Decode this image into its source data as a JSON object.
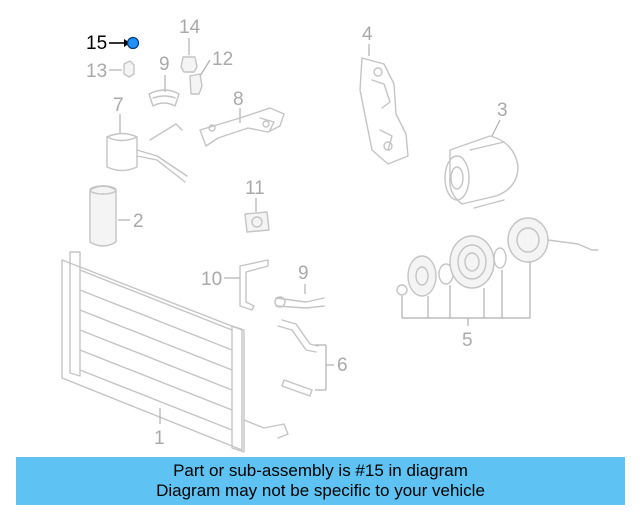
{
  "diagram": {
    "callouts": {
      "c1": "1",
      "c2": "2",
      "c3": "3",
      "c4": "4",
      "c5": "5",
      "c6": "6",
      "c7": "7",
      "c8": "8",
      "c9a": "9",
      "c9b": "9",
      "c10": "10",
      "c11": "11",
      "c12": "12",
      "c13": "13",
      "c14": "14",
      "c15": "15"
    },
    "highlight_part": "15",
    "colors": {
      "highlight": "#1e90ff",
      "parts": "#c4c4c4",
      "banner": "#5ec3f2"
    }
  },
  "banner": {
    "line1": "Part or sub-assembly is #15 in diagram",
    "line2": "Diagram may not be specific to your vehicle"
  }
}
